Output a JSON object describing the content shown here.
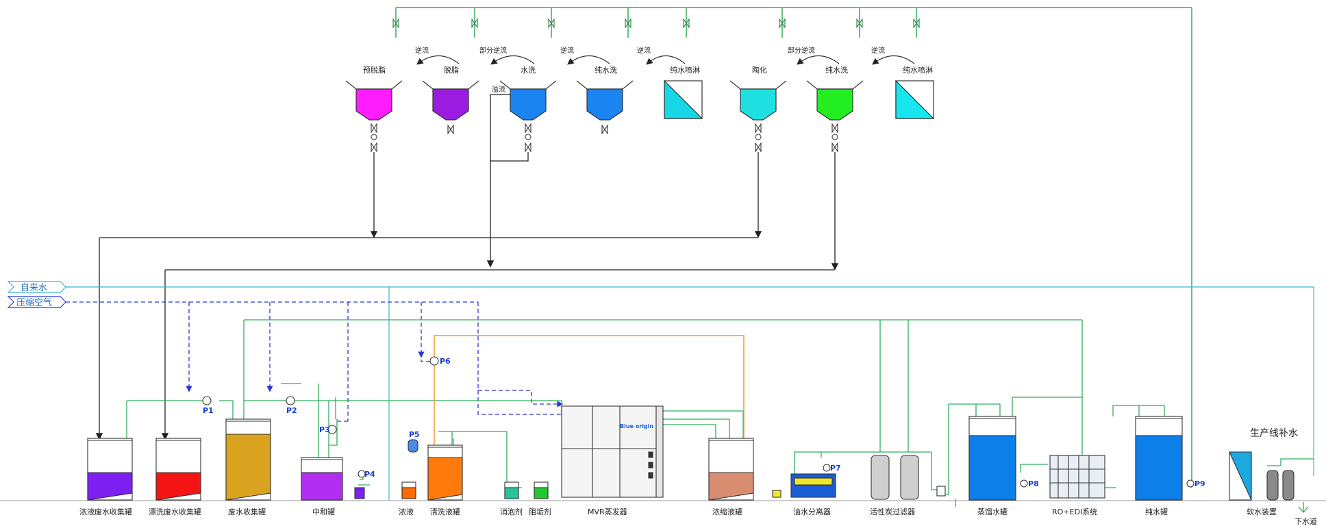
{
  "sources": {
    "tap_water": "自来水",
    "compressed_air": "压缩空气"
  },
  "top_line": {
    "tanks": [
      "预脱脂",
      "脱脂",
      "水洗",
      "纯水洗",
      "纯水喷淋",
      "陶化",
      "纯水洗",
      "纯水喷淋"
    ],
    "flows": [
      "逆流",
      "部分逆流",
      "逆流",
      "逆流",
      "部分逆流",
      "逆流"
    ],
    "overflow": "溢流"
  },
  "bottom_labels": {
    "conc_tank": "浓液废水收集罐",
    "rinse_tank": "漂洗废水收集罐",
    "waste_tank": "废水收集罐",
    "neutral_tank": "中和罐",
    "conc_liquid": "浓液",
    "clean_tank": "清洗液罐",
    "defoamer": "消泡剂",
    "antiscalant": "阻垢剂",
    "mvr": "MVR蒸发器",
    "concentrate_tank": "浓缩液罐",
    "oil_sep": "油水分离器",
    "carbon_filter": "活性炭过滤器",
    "distilled_tank": "蒸馏水罐",
    "ro_edi": "RO+EDI系统",
    "pure_tank": "纯水罐",
    "softener": "软水装置",
    "makeup": "生产线补水",
    "drain": "下水道",
    "brand": "Blue origin"
  },
  "pumps": [
    "P1",
    "P2",
    "P3",
    "P4",
    "P5",
    "P6",
    "P7",
    "P8",
    "P9"
  ],
  "colors": {
    "green_line": "#2fae5c",
    "black_line": "#222222",
    "air_line": "#2b35d6",
    "orange_line": "#ee9a2e",
    "tap_line": "#36b5d8"
  },
  "icons": [
    "valve-icon",
    "pump-icon",
    "check-valve-icon",
    "drain-icon"
  ]
}
